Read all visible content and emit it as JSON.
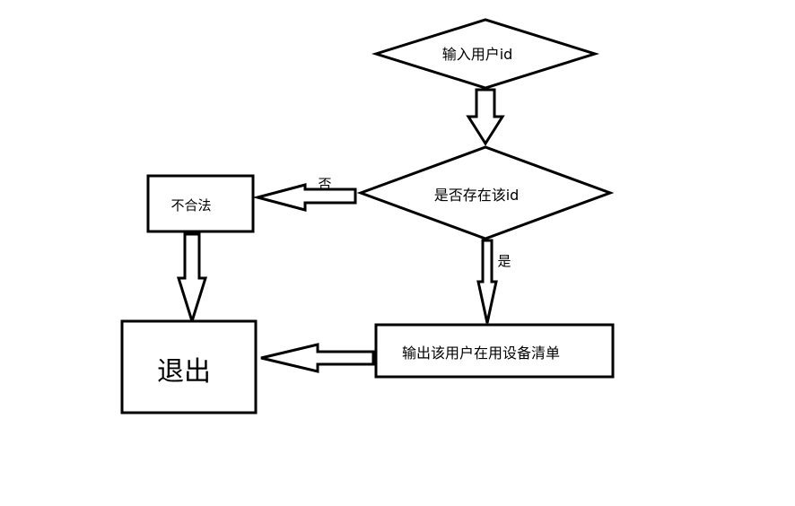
{
  "diagram": {
    "nodes": {
      "input_user_id": {
        "label": "输入用户id",
        "shape": "diamond"
      },
      "check_exists": {
        "label": "是否存在该id",
        "shape": "diamond"
      },
      "invalid": {
        "label": "不合法",
        "shape": "rectangle"
      },
      "exit": {
        "label": "退出",
        "shape": "rectangle"
      },
      "output_devices": {
        "label": "输出该用户在用设备清单",
        "shape": "rectangle"
      }
    },
    "edges": {
      "no_label": "否",
      "yes_label": "是"
    },
    "colors": {
      "stroke": "#000000",
      "fill": "#ffffff"
    }
  }
}
